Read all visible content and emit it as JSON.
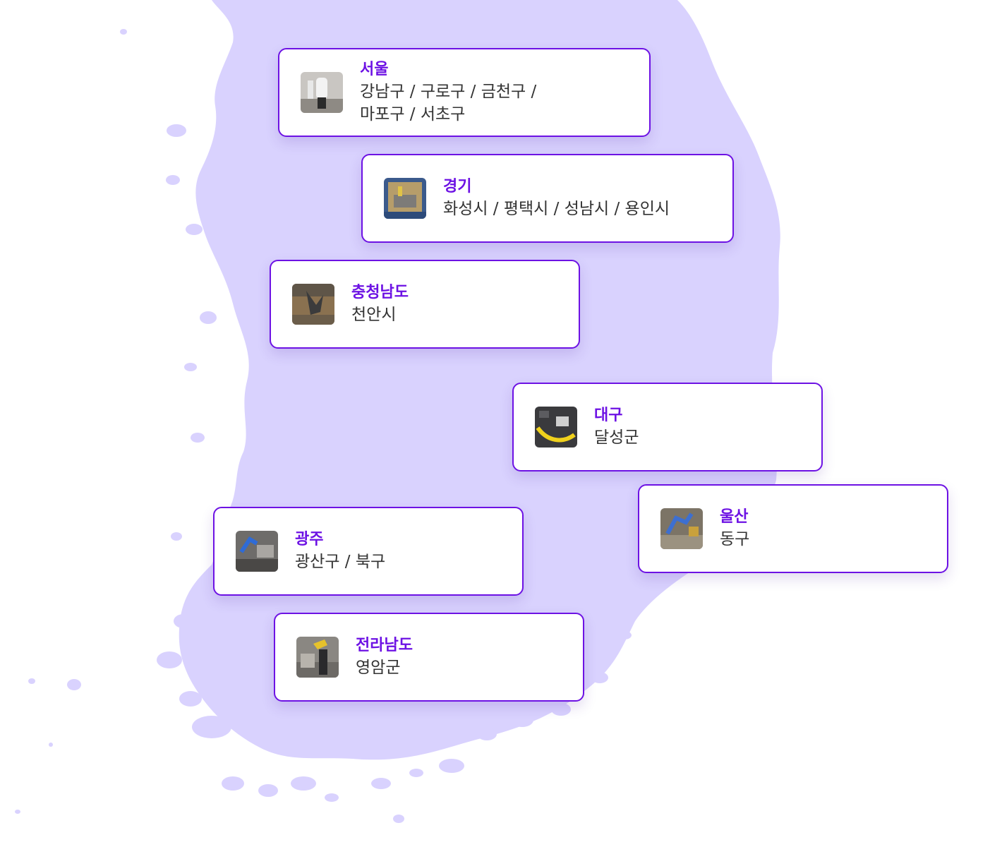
{
  "map": {
    "fill_color": "#d9d2fe",
    "accent_color": "#6d12e4"
  },
  "regions": [
    {
      "id": "seoul",
      "name": "서울",
      "districts": "강남구 / 구로구 / 금천구 /\n마포구 / 서초구",
      "thumb_icon": "robot-arm-photo"
    },
    {
      "id": "gyeonggi",
      "name": "경기",
      "districts": "화성시 / 평택시 / 성남시 / 용인시",
      "thumb_icon": "factory-cell-photo"
    },
    {
      "id": "chungnam",
      "name": "충청남도",
      "districts": "천안시",
      "thumb_icon": "robot-arm-photo"
    },
    {
      "id": "daegu",
      "name": "대구",
      "districts": "달성군",
      "thumb_icon": "cable-carrier-photo"
    },
    {
      "id": "ulsan",
      "name": "울산",
      "districts": "동구",
      "thumb_icon": "welding-robot-photo"
    },
    {
      "id": "gwangju",
      "name": "광주",
      "districts": "광산구 / 북구",
      "thumb_icon": "welding-robot-photo"
    },
    {
      "id": "jeonnam",
      "name": "전라남도",
      "districts": "영암군",
      "thumb_icon": "worker-photo"
    }
  ]
}
